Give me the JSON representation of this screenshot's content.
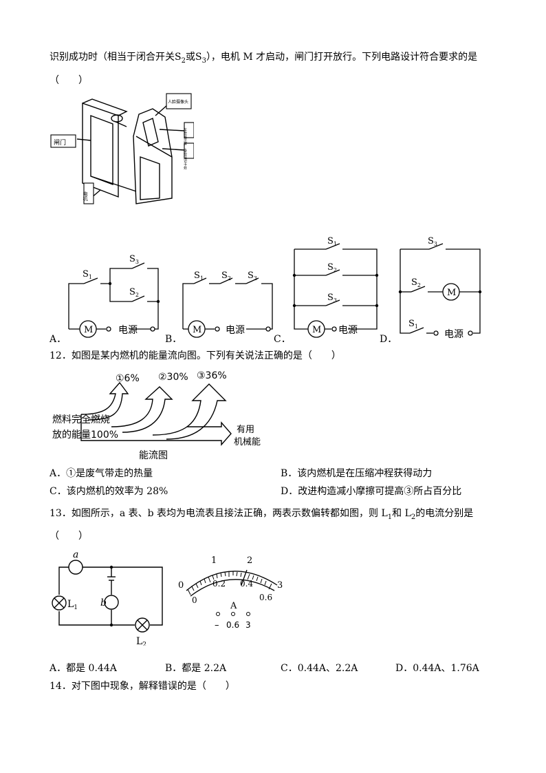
{
  "q11": {
    "intro_pre": "识别成功时（相当于闭合开关S",
    "intro_s2": "2",
    "intro_mid": "或S",
    "intro_s3": "3",
    "intro_post": "），电机 M 才启动，闸门打开放行。下列电路设计符合要求的是",
    "paren": "（　　）",
    "figure_labels": {
      "gate": "闸门",
      "motor": "电机",
      "face_camera": "人脸摄像头",
      "ticket_display": "车票显示屏",
      "id_slot": "身份证识卡处"
    },
    "options": {
      "A": "A．",
      "B": "B．",
      "C": "C．",
      "D": "D．"
    },
    "circuit": {
      "S1": "S",
      "S2": "S",
      "S3": "S",
      "sub1": "1",
      "sub2": "2",
      "sub3": "3",
      "motor": "M",
      "power": "电源"
    }
  },
  "q12": {
    "stem": "12．如图是某内燃机的能量流向图。下列有关说法正确的是（　　）",
    "diagram": {
      "loss1": "①6%",
      "loss2": "②30%",
      "loss3": "③36%",
      "input_l1": "燃料完全燃烧",
      "input_l2": "放的能量100%",
      "output_l1": "有用",
      "output_l2": "机械能",
      "caption": "能流图"
    },
    "options": {
      "A": "A．①是废气带走的热量",
      "B": "B．该内燃机是在压缩冲程获得动力",
      "C": "C．该内燃机的效率为 28%",
      "D": "D．改进构造减小摩擦可提高③所占百分比"
    }
  },
  "q13": {
    "stem_pre": "13．如图所示，a 表、b 表均为电流表且接法正确，两表示数偏转都如图，则 L",
    "sub1": "1",
    "stem_mid": "和 L",
    "sub2": "2",
    "stem_post": "的电流分别是",
    "paren": "（　　）",
    "circuit": {
      "a": "a",
      "b": "b",
      "L1": "L",
      "L1sub": "1",
      "L2": "L",
      "L2sub": "2"
    },
    "meter": {
      "top_ticks": [
        "0",
        "1",
        "2",
        "3"
      ],
      "bottom_ticks": [
        "0",
        "0.2",
        "0.4",
        "0.6"
      ],
      "unit": "A",
      "terminals": [
        "–",
        "0.6",
        "3"
      ]
    },
    "options": {
      "A": "A．都是 0.44A",
      "B": "B．都是 2.2A",
      "C": "C．0.44A、2.2A",
      "D": "D．0.44A、1.76A"
    }
  },
  "q14": {
    "stem": "14．对下图中现象，解释错误的是（　　）"
  }
}
